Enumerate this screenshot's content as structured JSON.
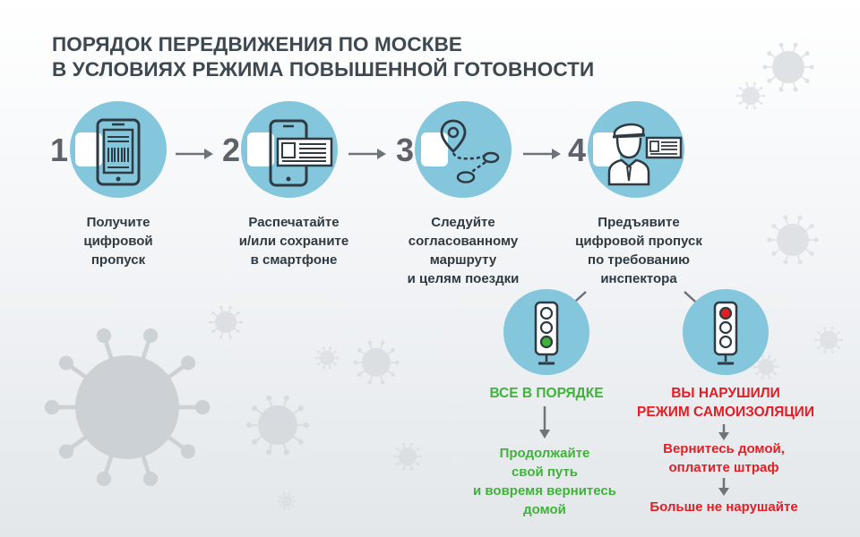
{
  "title": {
    "line1": "ПОРЯДОК ПЕРЕДВИЖЕНИЯ ПО МОСКВЕ",
    "line2": "В УСЛОВИЯХ РЕЖИМА ПОВЫШЕННОЙ ГОТОВНОСТИ"
  },
  "steps": [
    {
      "number": "1",
      "icon": "smartphone-qr-icon",
      "lines": [
        "Получите",
        "цифровой",
        "пропуск"
      ]
    },
    {
      "number": "2",
      "icon": "smartphone-pass-icon",
      "lines": [
        "Распечатайте",
        "и/или сохраните",
        "в смартфоне"
      ]
    },
    {
      "number": "3",
      "icon": "route-icon",
      "lines": [
        "Следуйте",
        "согласованному",
        "маршруту",
        "и целям поездки"
      ]
    },
    {
      "number": "4",
      "icon": "inspector-icon",
      "lines": [
        "Предъявите",
        "цифровой пропуск",
        "по требованию",
        "инспектора"
      ]
    }
  ],
  "outcomes": {
    "ok": {
      "icon": "traffic-light-green-icon",
      "status_lines": [
        "ВСЕ В ПОРЯДКЕ"
      ],
      "result_lines": [
        "Продолжайте",
        "свой путь",
        "и вовремя вернитесь",
        "домой"
      ]
    },
    "violation": {
      "icon": "traffic-light-red-icon",
      "status_lines": [
        "ВЫ НАРУШИЛИ",
        "РЕЖИМ САМОИЗОЛЯЦИИ"
      ],
      "result_lines": [
        "Вернитесь домой,",
        "оплатите штраф"
      ],
      "final_line": "Больше не нарушайте"
    }
  },
  "colors": {
    "circle": "#84c6dc",
    "text": "#2f3a42",
    "ok": "#3fb23a",
    "violation": "#e31e24",
    "arrow": "#6e747a"
  }
}
